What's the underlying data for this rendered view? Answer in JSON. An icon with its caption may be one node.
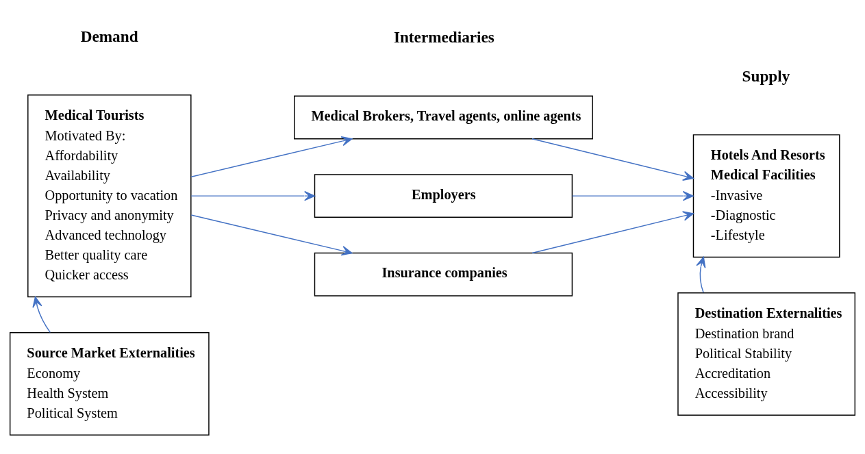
{
  "diagram": {
    "nodes": [
      {
        "text": [
          "Medical Tourists",
          "Motivated By:",
          "Affordability",
          "Availability",
          "Opportunity to vacation",
          "Privacy and anonymity",
          "Advanced technology",
          "Better quality care",
          "Quicker access"
        ]
      },
      {
        "text": [
          "Medical Brokers, Travel agents, online agents"
        ]
      },
      {
        "text": [
          "Employers"
        ]
      },
      {
        "text": [
          "Insurance companies"
        ]
      },
      {
        "text": [
          "Hotels And Resorts",
          "Medical Facilities",
          "-Invasive",
          "-Diagnostic",
          "-Lifestyle"
        ]
      },
      {
        "text": [
          "Source Market Externalities",
          "Economy",
          "Health System",
          "Political System"
        ]
      },
      {
        "text": [
          "Destination Externalities",
          "Destination brand",
          "Political Stability",
          "Accreditation",
          "Accessibility"
        ]
      }
    ],
    "edges": [
      {
        "from": 0,
        "to": 1,
        "arrow": "to"
      },
      {
        "from": 0,
        "to": 2,
        "arrow": "to"
      },
      {
        "from": 0,
        "to": 3,
        "arrow": "to"
      },
      {
        "from": 1,
        "to": 4,
        "arrow": "to"
      },
      {
        "from": 2,
        "to": 4,
        "arrow": "to"
      },
      {
        "from": 3,
        "to": 4,
        "arrow": "to"
      },
      {
        "from": 5,
        "to": 0,
        "arrow": "to"
      },
      {
        "from": 6,
        "to": 4,
        "arrow": "to"
      }
    ],
    "labels": [
      "Demand",
      "Intermediaries",
      "Supply"
    ]
  }
}
